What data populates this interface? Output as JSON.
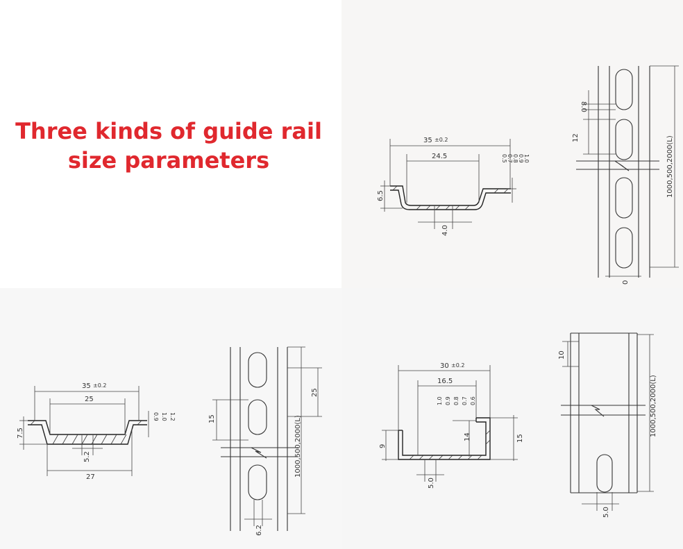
{
  "title": {
    "line1": "Three kinds of guide rail",
    "line2": "size parameters"
  },
  "rail_a": {
    "width": "35",
    "tol": "±0.2",
    "inner": "24.5",
    "height": "6.5",
    "slot": "4.0",
    "thick_1": "0.5",
    "thick_2": "0.7",
    "thick_3": "0.8",
    "thick_4": "0.9",
    "thick_5": "1.0",
    "pitch_slot": "8.0",
    "pitch": "12",
    "length": "1000,500,2000(L)",
    "hole": "0"
  },
  "rail_b": {
    "width": "35",
    "tol": "±0.2",
    "inner": "25",
    "height": "7.5",
    "base": "27",
    "slot": "5.2",
    "thick_1": "0.9",
    "thick_2": "1.0",
    "thick_3": "1.2",
    "pitch": "15",
    "pitch_slot": "25",
    "length": "1000,500,2000(L)",
    "hole": "6.2"
  },
  "rail_c": {
    "width": "30",
    "tol": "±0.2",
    "inner": "16.5",
    "height": "9",
    "lip": "14",
    "depth": "15",
    "slot": "5.0",
    "thick_1": "1.0",
    "thick_2": "0.9",
    "thick_3": "0.8",
    "thick_4": "0.7",
    "thick_5": "0.6",
    "pitch": "10",
    "length": "1000,500,2000(L)",
    "hole": "5.0"
  }
}
